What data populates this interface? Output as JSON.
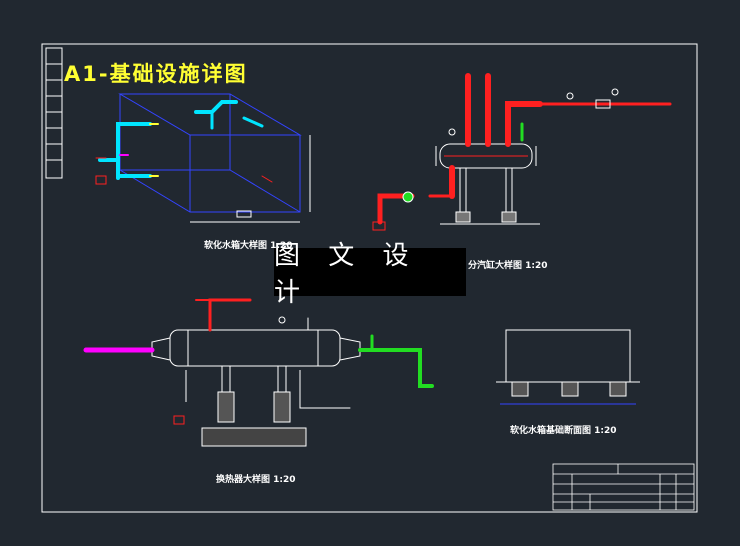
{
  "sheet": {
    "title": "A1-基础设施详图"
  },
  "captions": {
    "tank_detail": "软化水箱大样图 1:20",
    "steam_header_detail": "分汽缸大样图 1:20",
    "heat_exchanger_detail": "换热器大样图 1:20",
    "tank_foundation_section": "软化水箱基础断面图 1:20"
  },
  "watermark": {
    "text": "图 文 设 计"
  },
  "colors": {
    "background": "#212830",
    "border": "#ffffff",
    "pipe_red": "#ff2020",
    "pipe_cyan": "#00e5ff",
    "pipe_green": "#22dd22",
    "pipe_magenta": "#ff00ff",
    "outline_blue": "#3344ff",
    "title_yellow": "#ffff33"
  }
}
